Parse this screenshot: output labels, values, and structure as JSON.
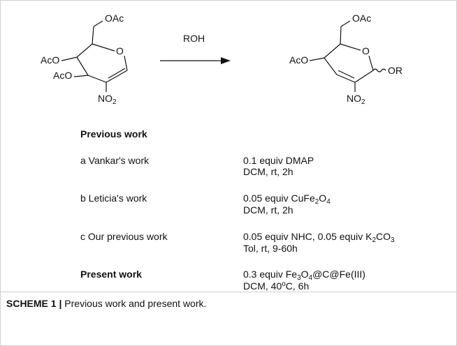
{
  "scheme": {
    "reactant": {
      "oac_top": "OAc",
      "aco_left": "AcO",
      "aco_lower": "AcO",
      "ring_o": "O",
      "no2": "NO",
      "no2_sub": "2"
    },
    "reagent": "ROH",
    "product": {
      "oac_top": "OAc",
      "aco_left": "AcO",
      "ring_o": "O",
      "or": "OR",
      "no2": "NO",
      "no2_sub": "2"
    }
  },
  "work": {
    "previous_heading": "Previous work",
    "rows": [
      {
        "name": "a Vankar's work",
        "line1": "0.1 equiv DMAP",
        "line2": "DCM, rt, 2h"
      },
      {
        "name": "b Leticia's work",
        "line1_a": "0.05 equiv CuFe",
        "sub1": "2",
        "line1_b": "O",
        "sub2": "4",
        "line2": "DCM, rt, 2h"
      },
      {
        "name": "c Our previous work",
        "line1_a": "0.05 equiv NHC, 0.05 equiv K",
        "sub1": "2",
        "line1_b": "CO",
        "sub2": "3",
        "line2": "Tol, rt, 9-60h"
      },
      {
        "name": "Present work",
        "line1_a": "0.3 equiv Fe",
        "sub1": "3",
        "line1_b": "O",
        "sub2": "4",
        "line1_c": "@C@Fe(III)",
        "line2_a": "DCM, 40",
        "sup1": "o",
        "line2_b": "C, 6h"
      }
    ]
  },
  "caption": {
    "label": "SCHEME 1 |",
    "text": " Previous work and present work."
  }
}
